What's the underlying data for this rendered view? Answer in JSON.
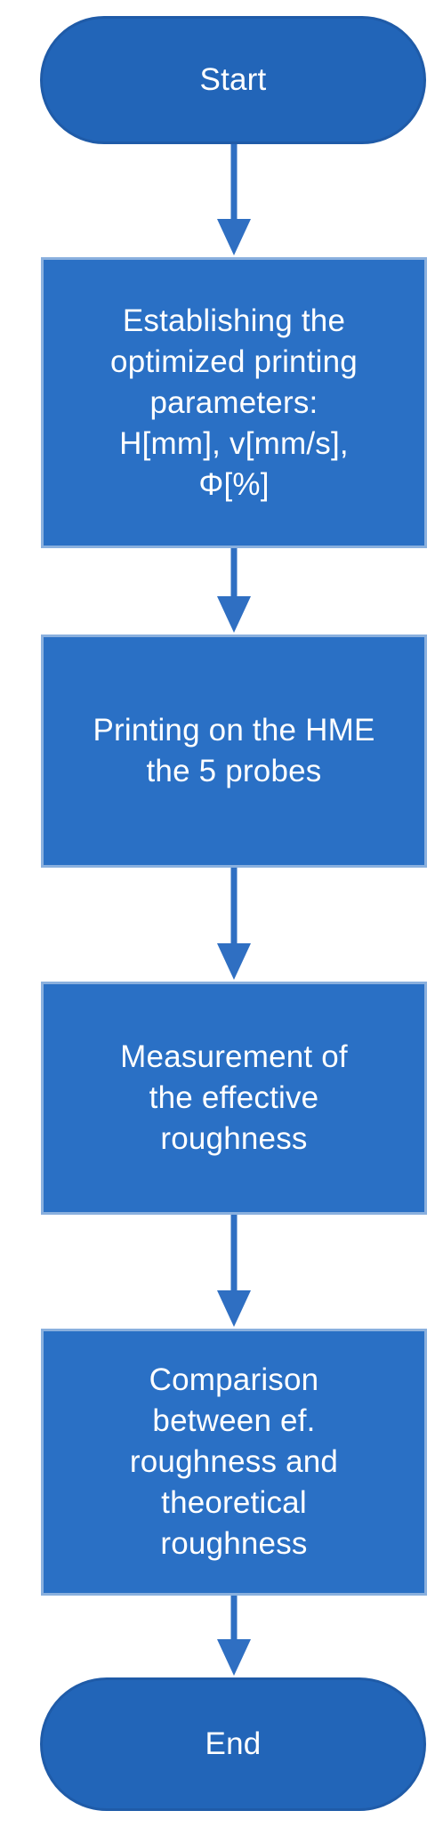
{
  "flowchart": {
    "start_label": "Start",
    "steps": [
      "Establishing  the\noptimized printing\nparameters:\nH[mm], v[mm/s],\nΦ[%]",
      "Printing on the HME\nthe 5 probes",
      "Measurement of\nthe effective\nroughness",
      "Comparison\nbetween ef.\nroughness and\ntheoretical\nroughness"
    ],
    "end_label": "End"
  },
  "colors": {
    "terminal_fill": "#2265b8",
    "process_fill": "#2a70c5",
    "process_border": "#8ab0de",
    "arrow": "#2f6fc2"
  }
}
